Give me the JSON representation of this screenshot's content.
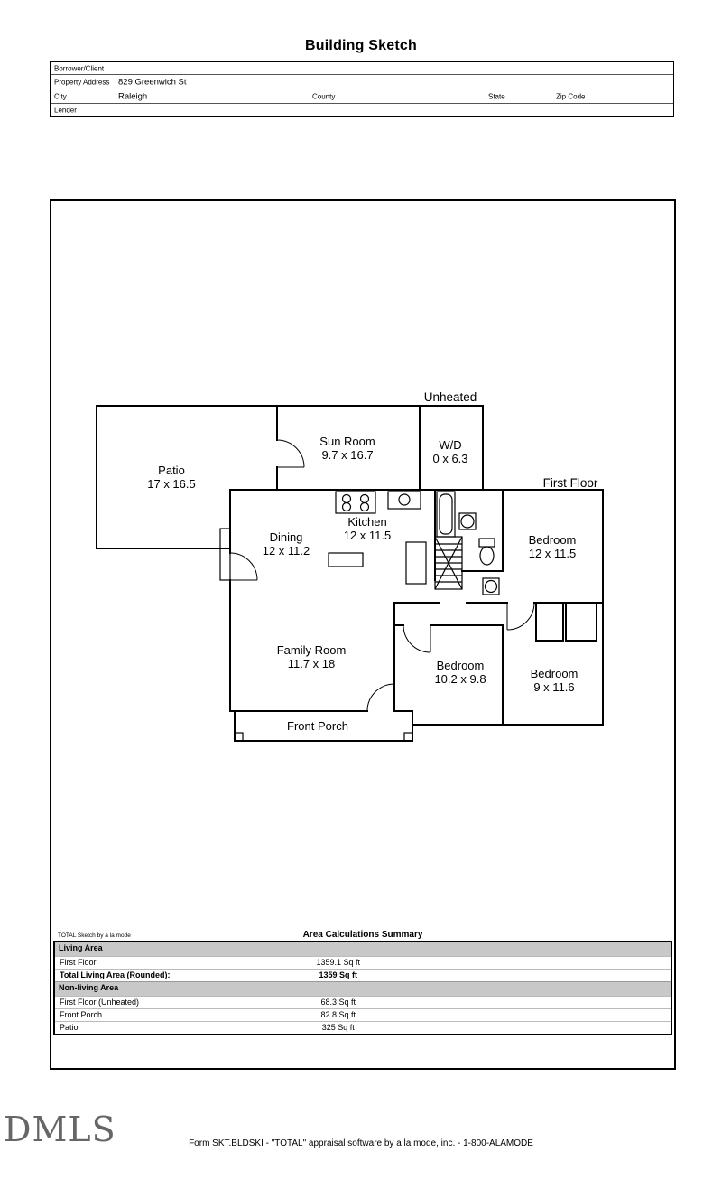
{
  "title": "Building Sketch",
  "header_form": {
    "borrower_label": "Borrower/Client",
    "property_label": "Property Address",
    "property_value": "829 Greenwich St",
    "city_label": "City",
    "city_value": "Raleigh",
    "county_label": "County",
    "state_label": "State",
    "zip_label": "Zip Code",
    "lender_label": "Lender"
  },
  "sketch": {
    "unheated_label": "Unheated",
    "first_floor_label": "First Floor",
    "rooms": {
      "patio": {
        "name": "Patio",
        "dims": "17 x 16.5"
      },
      "sun_room": {
        "name": "Sun Room",
        "dims": "9.7 x 16.7"
      },
      "wd": {
        "name": "W/D",
        "dims": "0 x 6.3"
      },
      "kitchen": {
        "name": "Kitchen",
        "dims": "12 x 11.5"
      },
      "dining": {
        "name": "Dining",
        "dims": "12 x 11.2"
      },
      "bedroom1": {
        "name": "Bedroom",
        "dims": "12 x 11.5"
      },
      "family_room": {
        "name": "Family Room",
        "dims": "11.7 x 18"
      },
      "bedroom2": {
        "name": "Bedroom",
        "dims": "10.2 x 9.8"
      },
      "bedroom3": {
        "name": "Bedroom",
        "dims": "9 x 11.6"
      },
      "front_porch": {
        "name": "Front Porch",
        "dims": ""
      }
    }
  },
  "summary": {
    "branding": "TOTAL Sketch by a la mode",
    "title": "Area Calculations Summary",
    "living_header": "Living Area",
    "living_rows": [
      {
        "label": "First Floor",
        "value": "1359.1 Sq ft"
      },
      {
        "label": "Total Living Area (Rounded):",
        "value": "1359 Sq ft"
      }
    ],
    "nonliving_header": "Non-living Area",
    "nonliving_rows": [
      {
        "label": "First Floor (Unheated)",
        "value": "68.3 Sq ft"
      },
      {
        "label": "Front Porch",
        "value": "82.8 Sq ft"
      },
      {
        "label": "Patio",
        "value": "325 Sq ft"
      }
    ]
  },
  "footer": {
    "watermark": "DMLS",
    "form_line": "Form SKT.BLDSKI - \"TOTAL\" appraisal software by a la mode, inc. - 1-800-ALAMODE"
  }
}
